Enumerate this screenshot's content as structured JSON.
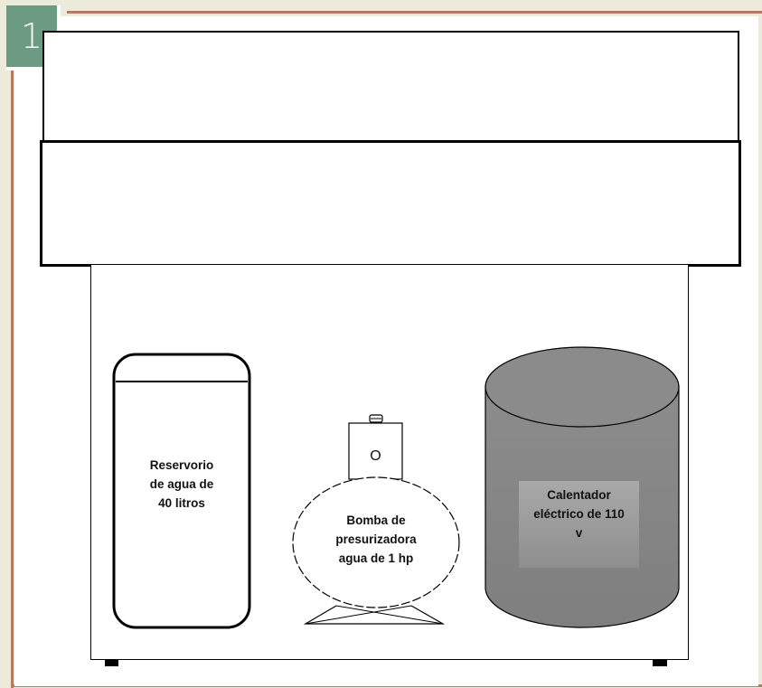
{
  "slide": {
    "number": "1"
  },
  "diagram": {
    "reservoir_label": [
      "Reservorio",
      "de agua de",
      "40 litros"
    ],
    "pump_label": [
      "Bomba de",
      "presurizadora",
      "agua de 1 hp"
    ],
    "pump_symbol": "O",
    "heater_label": [
      "Calentador",
      "eléctrico de 110",
      "v"
    ]
  },
  "colors": {
    "frame": "#b87a5e",
    "slide_number_bg": "#6c9a82",
    "heater_fill": "#8a8a8a"
  }
}
